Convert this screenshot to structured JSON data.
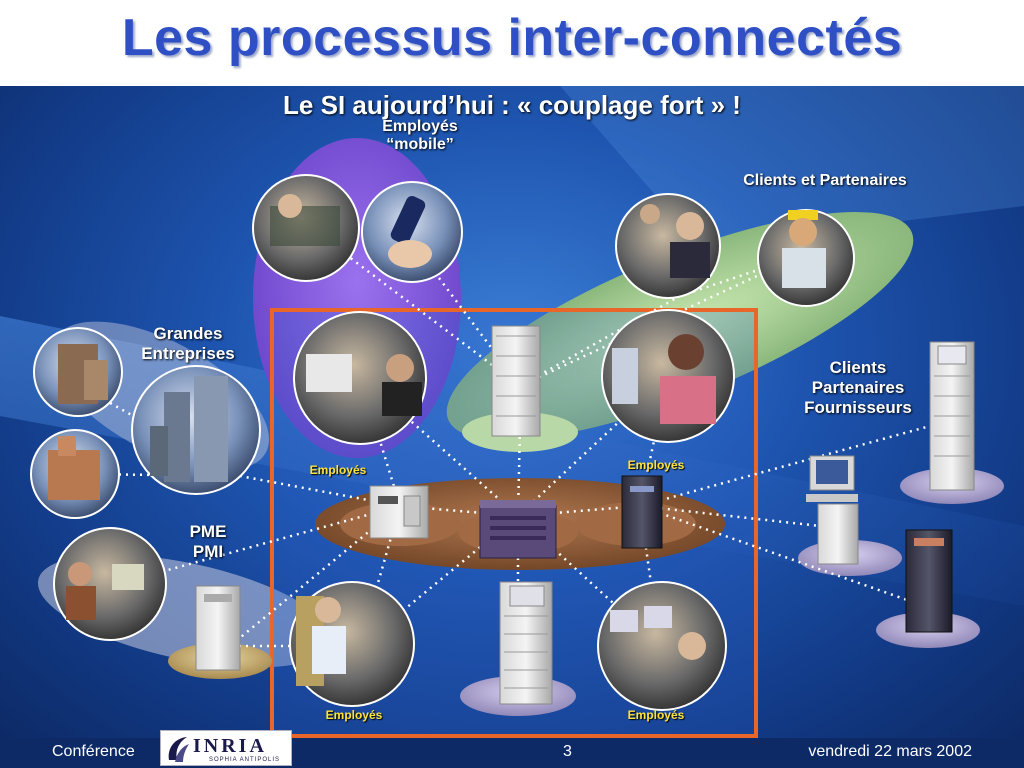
{
  "title": "Les processus inter-connectés",
  "subtitle": "Le SI aujourd’hui : « couplage fort » !",
  "labels": {
    "mobile_line1": "Employés",
    "mobile_line2": "“mobile”",
    "clients_partenaires": "Clients et Partenaires",
    "grandes_line1": "Grandes",
    "grandes_line2": "Entreprises",
    "clients_line1": "Clients",
    "clients_line2": "Partenaires",
    "clients_line3": "Fournisseurs",
    "pme_line1": "PME",
    "pme_line2": "PMI",
    "employes_left": "Employés",
    "employes_right": "Employés",
    "employes_bottom_left": "Employés",
    "employes_bottom_right": "Employés"
  },
  "footer": {
    "left": "Conférence",
    "page": "3",
    "date": "vendredi 22 mars 2002"
  },
  "logo": {
    "text": "INRIA",
    "sub": "SOPHIA ANTIPOLIS"
  },
  "icons": [
    "photo-icon",
    "server-icon",
    "workstation-icon",
    "building-icon"
  ],
  "colors": {
    "title": "#2f4fc4",
    "background_dark": "#0d2a66",
    "background_light": "#3c7fd6",
    "frame": "#e8662a",
    "label_yellow": "#ffe23a",
    "ellipse_purple": "#7a52d8",
    "ellipse_green": "#9cc88a",
    "ellipse_brown": "#8a5a3a"
  }
}
